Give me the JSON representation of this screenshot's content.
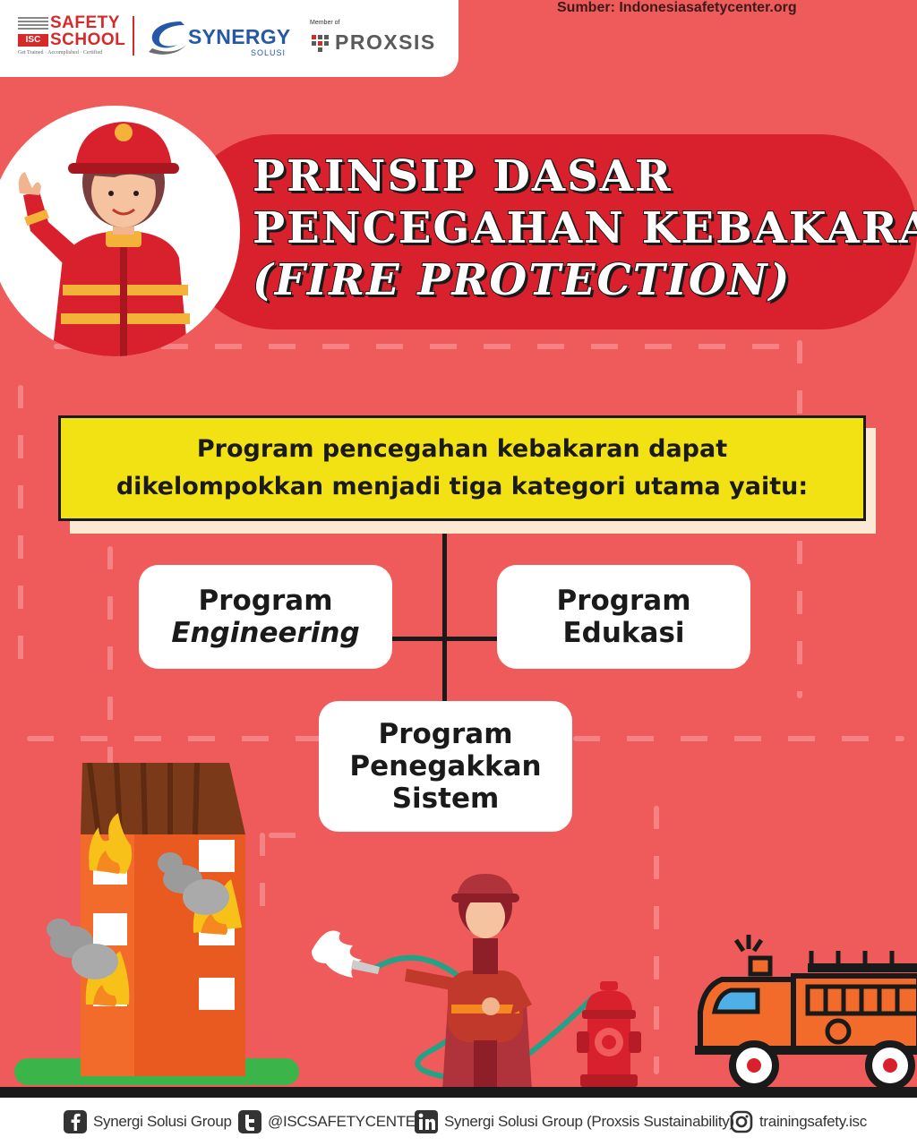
{
  "header": {
    "source": "Sumber: Indonesiasafetycenter.org",
    "logo_safety_school": {
      "line1": "SAFETY",
      "line2": "SCHOOL",
      "badge": "ISC",
      "tagline": "Get Trained · Accomplished · Certified"
    },
    "logo_synergy": {
      "word": "SYNERGY",
      "sub": "SOLUSI"
    },
    "logo_proxsis": {
      "member": "Member of",
      "word": "PROXSIS"
    }
  },
  "title": {
    "line1": "PRINSIP DASAR",
    "line2": "PENCEGAHAN KEBAKARAN",
    "line3": "(FIRE PROTECTION)"
  },
  "intro": {
    "line1": "Program pencegahan kebakaran dapat",
    "line2": "dikelompokkan menjadi tiga kategori utama yaitu:"
  },
  "programs": {
    "engineering": {
      "line1": "Program",
      "line2": "Engineering"
    },
    "edukasi": {
      "line1": "Program",
      "line2": "Edukasi"
    },
    "penegakkan": {
      "line1": "Program",
      "line2": "Penegakkan",
      "line3": "Sistem"
    }
  },
  "footer": {
    "facebook": "Synergi Solusi Group",
    "twitter": "@ISCSAFETYCENTER",
    "linkedin": "Synergi Solusi Group (Proxsis Sustainability)",
    "instagram": "trainingsafety.isc"
  },
  "colors": {
    "background": "#ef5b5b",
    "banner": "#d9212d",
    "intro_box": "#f2e214",
    "card": "#ffffff"
  },
  "icons": [
    "firefighter-avatar-icon",
    "burning-building-icon",
    "firefighter-hose-icon",
    "fire-hydrant-icon",
    "fire-truck-icon",
    "facebook-icon",
    "twitter-icon",
    "linkedin-icon",
    "instagram-icon"
  ]
}
